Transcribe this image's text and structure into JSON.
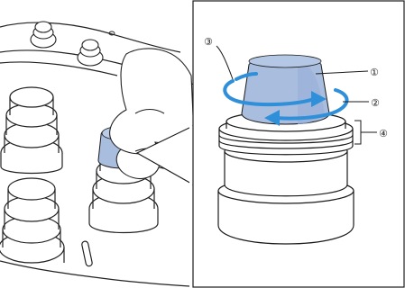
{
  "callouts": [
    {
      "id": "c1",
      "label": "①"
    },
    {
      "id": "c2",
      "label": "②"
    },
    {
      "id": "c3",
      "label": "③"
    },
    {
      "id": "c4",
      "label": "④"
    }
  ],
  "colors": {
    "cap_fill": "#a9bddf",
    "cap_shadow": "#8ea6cf",
    "arrow": "#2f8fd8",
    "line": "#1a1a1a",
    "hand_fill": "#ffffff",
    "machine_line": "#222222"
  }
}
